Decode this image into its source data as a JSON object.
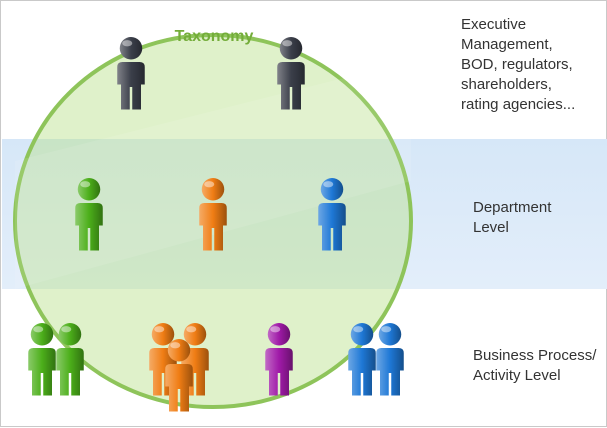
{
  "diagram": {
    "title": "Taxonomy",
    "tiers": [
      {
        "id": "executive",
        "label": "Executive\nManagement,\nBOD, regulators,\nshareholders,\nrating agencies...",
        "band_color": "#ffffff"
      },
      {
        "id": "department",
        "label": "Department\nLevel",
        "band_color": "#dbe9f7"
      },
      {
        "id": "business-process",
        "label": "Business Process/\nActivity Level",
        "band_color": "#ffffff"
      }
    ],
    "colors": {
      "circle_fill": "#b9e08a",
      "circle_stroke": "#8ec45a",
      "title": "#74ad3a",
      "executive_person": "#3b3f4a",
      "green_person": "#4caf1a",
      "orange_person": "#f07d14",
      "blue_person": "#1e78d6",
      "purple_person": "#a01aa8"
    },
    "people": {
      "executive": [
        "executive_person",
        "executive_person"
      ],
      "department": [
        "green_person",
        "orange_person",
        "blue_person"
      ],
      "business_process_groups": [
        {
          "color": "green_person",
          "count": 2
        },
        {
          "color": "orange_person",
          "count": 3
        },
        {
          "color": "purple_person",
          "count": 1
        },
        {
          "color": "blue_person",
          "count": 2
        }
      ]
    }
  }
}
